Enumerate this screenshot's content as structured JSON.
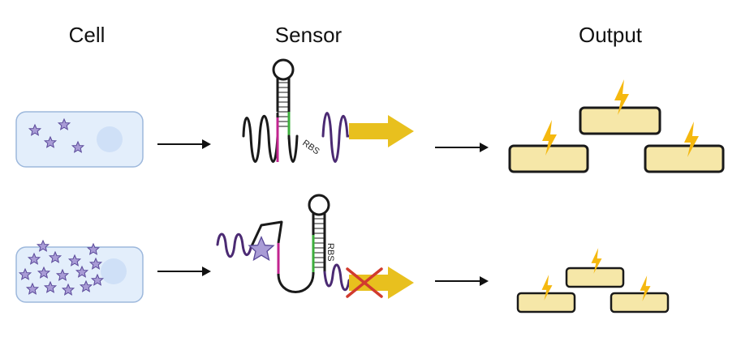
{
  "columns": {
    "cell": "Cell",
    "sensor": "Sensor",
    "output": "Output"
  },
  "sensor_labels": {
    "rbs_top": "RBS",
    "rbs_bottom": "RBS"
  },
  "icons": {
    "molecule": "star-icon",
    "output_signal": "lightning-bolt-icon",
    "blocked": "red-x-icon",
    "flow": "right-arrow-icon"
  },
  "colors": {
    "cell_fill": "#e3eefb",
    "cell_stroke": "#9db8dc",
    "nucleus": "#cfe0f7",
    "star_fill": "#a99cd6",
    "star_stroke": "#5b4a9a",
    "rna_dark": "#1a1a1a",
    "rna_purple": "#4b2a73",
    "rna_magenta": "#c2248f",
    "rna_green": "#3cae3c",
    "gene_arrow": "#e8c01e",
    "block_x": "#d13b2e",
    "output_box": "#f6e7a8",
    "bolt": "#f5b80f"
  },
  "rows": [
    {
      "state": "low molecule count",
      "stars": 4,
      "translation": "on",
      "output_level": "high"
    },
    {
      "state": "high molecule count",
      "stars": 15,
      "translation": "blocked",
      "output_level": "low"
    }
  ]
}
